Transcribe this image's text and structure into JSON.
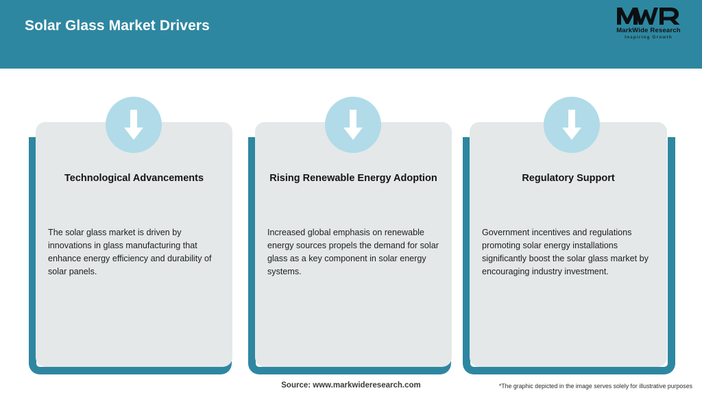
{
  "header": {
    "title": "Solar Glass Market Drivers",
    "background_color": "#2e87a0",
    "title_color": "#ffffff"
  },
  "logo": {
    "mark": "MWR",
    "name": "MarkWide Research",
    "tagline": "Inspiring Growth"
  },
  "theme": {
    "accent_teal": "#2e87a0",
    "icon_circle_blue": "#b1dbe8",
    "card_background": "#e4e8e9",
    "page_background": "#ffffff"
  },
  "cards": [
    {
      "icon": "down-arrow-icon",
      "title": "Technological Advancements",
      "body": "The solar glass market is driven by innovations in glass manufacturing that enhance energy efficiency and durability of solar panels."
    },
    {
      "icon": "down-arrow-icon",
      "title": "Rising Renewable Energy Adoption",
      "body": "Increased global emphasis on renewable energy sources propels the demand for solar glass as a key component in solar energy systems."
    },
    {
      "icon": "down-arrow-icon",
      "title": "Regulatory Support",
      "body": "Government incentives and regulations promoting solar energy installations significantly boost the solar glass market by encouraging industry investment."
    }
  ],
  "footer": {
    "source": "Source: www.markwideresearch.com",
    "disclaimer": "*The graphic depicted in the image serves solely for illustrative purposes"
  }
}
